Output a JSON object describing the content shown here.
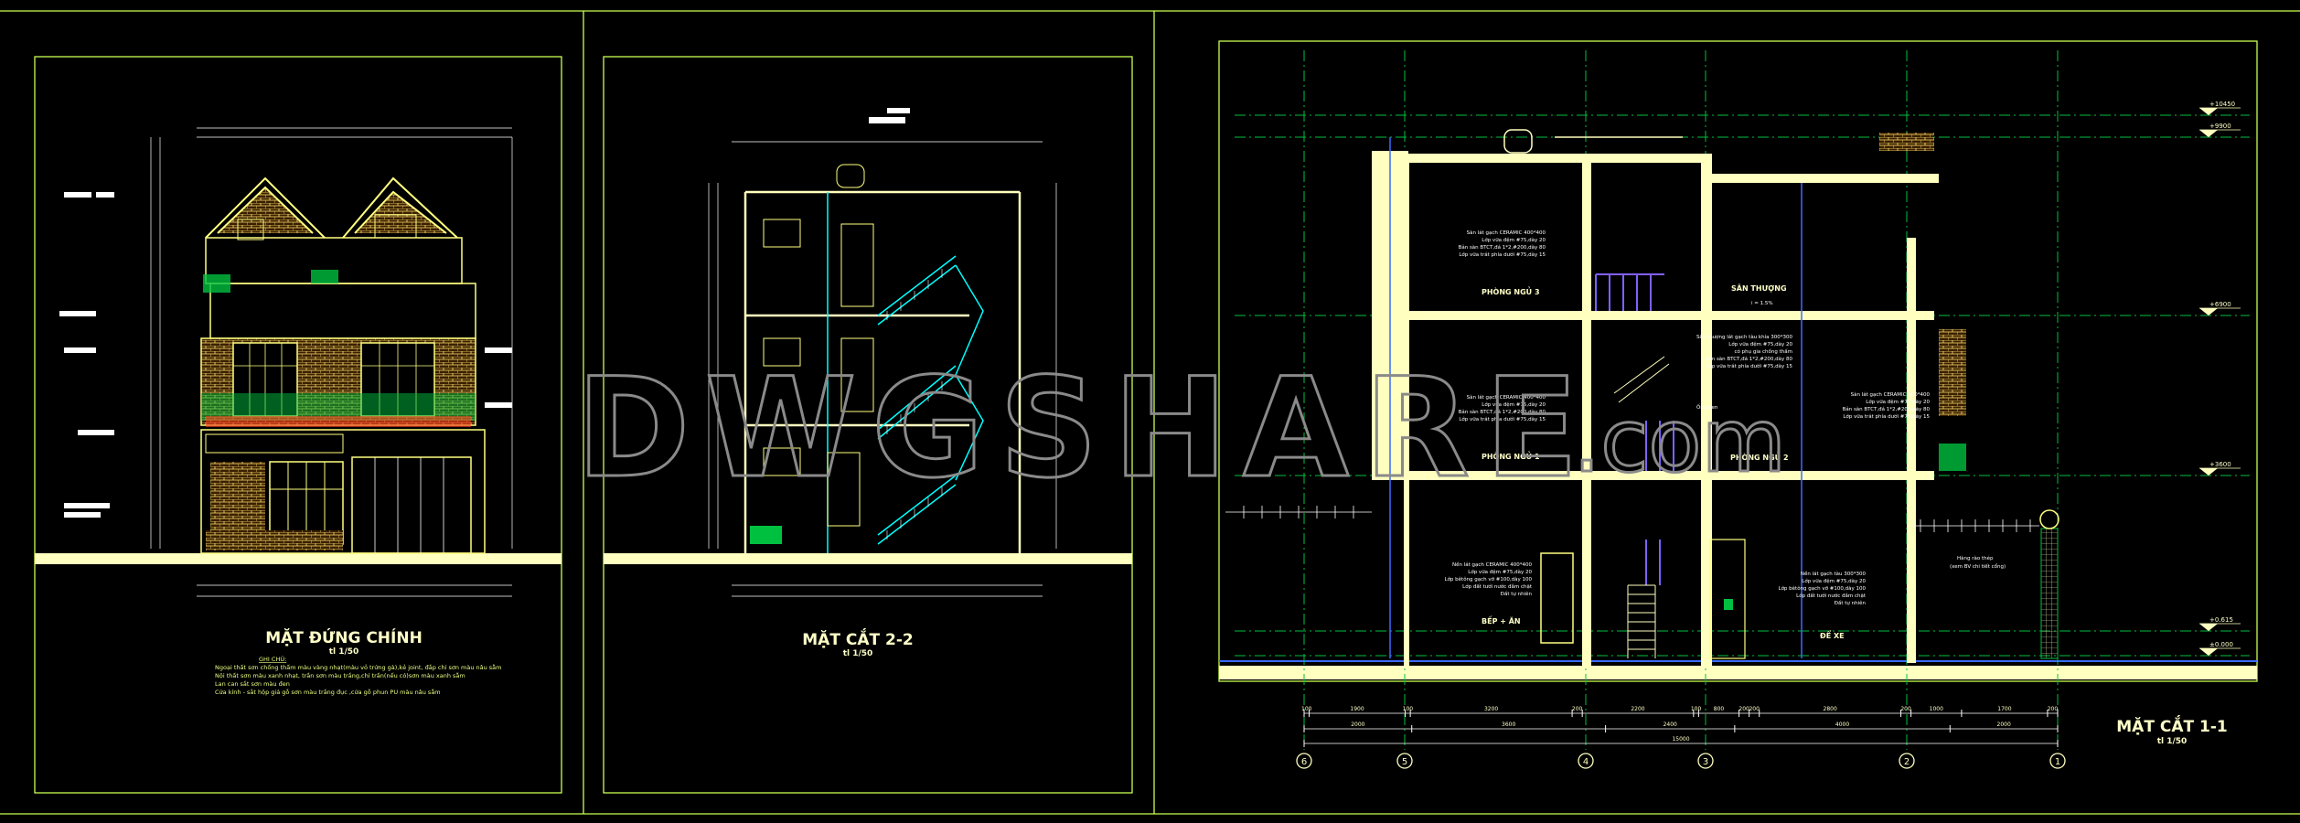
{
  "watermark": {
    "main": "DWGSHARE",
    "suffix": ".com"
  },
  "colors": {
    "background": "#000000",
    "frame": "#c8ff50",
    "wall": "#ffffc0",
    "dim": "#ffffff",
    "cyan": "#00ffff",
    "blue": "#3a6bff",
    "green": "#00c040",
    "purple": "#8060ff"
  },
  "sheet1": {
    "title": "MẶT ĐỨNG CHÍNH",
    "scale": "tl 1/50",
    "notes_heading": "GHI CHÚ:",
    "notes": [
      "Ngoại thất sơn chống thấm màu vàng nhạt(màu vỏ trứng gà),kẻ joint, đắp chỉ sơn màu nâu sẫm",
      "Nội thất sơn màu xanh nhạt, trần sơn màu trắng,chỉ trần(nếu có)sơn màu xanh sẫm",
      "Lan can sắt sơn màu đen",
      "Cửa kính - sắt hộp giả gỗ sơn màu trắng đục ,cửa gỗ phun PU màu nâu sẫm"
    ]
  },
  "sheet2": {
    "title": "MẶT CẮT 2-2",
    "scale": "tl 1/50"
  },
  "sheet3": {
    "title": "MẶT CẮT 1-1",
    "scale": "tl 1/50",
    "rooms": [
      "PHÒNG NGỦ 3",
      "SÂN THƯỢNG",
      "PHÒNG NGỦ 1",
      "PHÒNG NGỦ 2",
      "BẾP + ĂN",
      "ĐỂ XE"
    ],
    "levels": [
      "+10450",
      "+9900",
      "+6900",
      "+3600",
      "+0.615",
      "±0.000"
    ],
    "slope": "i = 1.5%",
    "notes_floor": [
      "Sàn lát gạch CERAMIC 400*400",
      "Lớp vữa đệm #75,dày 20",
      "Bản sàn BTCT,đá 1*2,#200,dày 80",
      "Lớp vữa trát phía dưới #75,dày 15"
    ],
    "notes_terrace": [
      "Sân thượng lát gạch tàu khía 300*300",
      "Lớp vữa đệm #75,dày 20",
      "có phụ gia chống thấm",
      "Bản sàn BTCT,đá 1*2,#200,dày 80",
      "Lớp vữa trát phía dưới #75,dày 15"
    ],
    "notes_ground": [
      "Nền lát gạch CERAMIC 400*400",
      "Lớp vữa đệm #75,dày 20",
      "Lớp bêtông gạch vỡ #100,dày 100",
      "Lớp đất tưới nước đầm chặt",
      "Đất tự nhiên"
    ],
    "notes_garage": [
      "Nền lát gạch tàu 300*300",
      "Lớp vữa đệm #75,dày 20",
      "Lớp bêtông gạch vỡ #100,dày 100",
      "Lớp đất tưới nước đầm chặt",
      "Đất tự nhiên"
    ],
    "ong_gen": "Ống gen",
    "fence": [
      "Hàng rào thép",
      "(xem BV chi tiết cổng)"
    ],
    "dims_row1": [
      "100",
      "1900",
      "100",
      "3200",
      "200",
      "2200",
      "100",
      "800",
      "200",
      "200",
      "2800",
      "200",
      "1000",
      "1700",
      "200"
    ],
    "dims_row2": [
      "2000",
      "3600",
      "2400",
      "4000",
      "2000"
    ],
    "dims_total": "15000",
    "axes": [
      "6",
      "5",
      "4",
      "3",
      "2",
      "1"
    ]
  }
}
